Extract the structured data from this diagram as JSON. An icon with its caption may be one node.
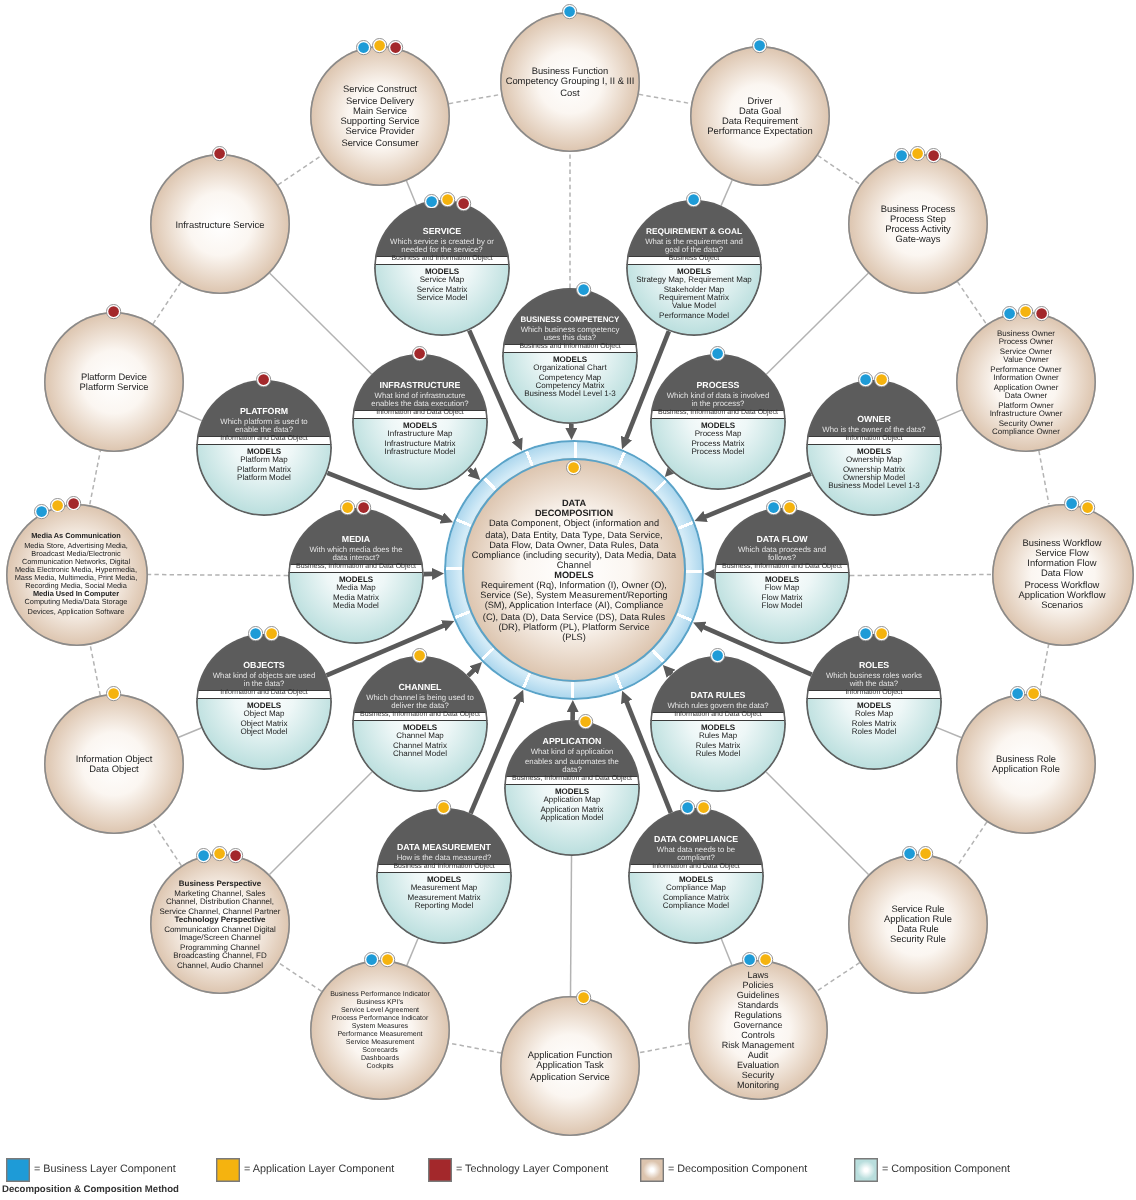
{
  "diagram": {
    "caption": "Decomposition & Composition Method",
    "nodes": [
      {
        "text": [
          "Business Function",
          "Competency Grouping I, II & III",
          "Cost"
        ]
      },
      {
        "text": [
          "Service Construct",
          "Service Delivery",
          "Main Service",
          "Supporting Service",
          "Service Provider",
          "Service Consumer"
        ]
      },
      {
        "text": [
          "Driver",
          "Data Goal",
          "Data Requirement",
          "Performance Expectation"
        ]
      },
      {
        "text": [
          "Infrastructure Service"
        ]
      },
      {
        "text": [
          "Business Process",
          "Process Step",
          "Process Activity",
          "Gate-ways"
        ]
      },
      {
        "text": [
          "SERVICE",
          "Which service is created by or needed for the service?",
          "Business and Information Object",
          "MODELS",
          "Service Map",
          "Service Matrix",
          "Service Model"
        ]
      },
      {
        "text": [
          "REQUIREMENT & GOAL",
          "What is the requirement and goal of the data?",
          "Business Object",
          "MODELS",
          "Strategy Map, Requirement Map",
          "Stakeholder Map",
          "Requirement Matrix",
          "Value Model",
          "Performance Model"
        ]
      },
      {
        "text": [
          "BUSINESS COMPETENCY",
          "Which business competency uses this data?",
          "Business and Information Object",
          "MODELS",
          "Organizational Chart",
          "Competency Map",
          "Competency Matrix",
          "Business Model Level 1-3"
        ]
      },
      {
        "text": [
          "Platform Device",
          "Platform Service"
        ]
      },
      {
        "text": [
          "Business Owner",
          "Process Owner",
          "Service Owner",
          "Value Owner",
          "Performance Owner",
          "Information Owner",
          "Application Owner",
          "Data Owner",
          "Platform Owner",
          "Infrastructure Owner",
          "Security Owner",
          "Compliance Owner"
        ]
      },
      {
        "text": [
          "INFRASTRUCTURE",
          "What kind of infrastructure enables the data execution?",
          "Information and Data Object",
          "MODELS",
          "Infrastructure Map",
          "Infrastructure Matrix",
          "Infrastructure Model"
        ]
      },
      {
        "text": [
          "PROCESS",
          "Which kind of data is involved in the process?",
          "Business, Information and Data Object",
          "MODELS",
          "Process Map",
          "Process Matrix",
          "Process Model"
        ]
      },
      {
        "text": [
          "PLATFORM",
          "Which platform is used to enable the data?",
          "Information and Data Object",
          "MODELS",
          "Platform Map",
          "Platform Matrix",
          "Platform Model"
        ]
      },
      {
        "text": [
          "OWNER",
          "Who is the owner of the data?",
          "Information Object",
          "MODELS",
          "Ownership Map",
          "Ownership Matrix",
          "Ownership Model",
          "Business Model Level 1-3"
        ]
      },
      {
        "text": [
          "DATA DECOMPOSITION",
          "Data Component, Object (information and data), Data Entity, Data Type, Data Service, Data Flow, Data Owner, Data Rules, Data Compliance (including security), Data Media, Data Channel",
          "MODELS",
          "Requirement (Rq), Information (I), Owner (O), Service (Se), System Measurement/Reporting (SM), Application Interface (AI), Compliance (C), Data (D), Data Service (DS), Data Rules (DR), Platform (PL), Platform Service (PLS)"
        ]
      },
      {
        "text": [
          "Media As Communication",
          "Media Store, Advertising Media, Broadcast Media/Electronic Communication Networks, Digital Media Electronic Media, Hypermedia, Mass Media, Multimedia, Print Media, Recording Media, Social Media",
          "Media Used In Computer",
          "Computing Media/Data Storage Devices, Application Software"
        ]
      },
      {
        "text": [
          "MEDIA",
          "With which media does the data interact?",
          "Business, Information and Data Object",
          "MODELS",
          "Media Map",
          "Media Matrix",
          "Media Model"
        ]
      },
      {
        "text": [
          "DATA FLOW",
          "Which data proceeds and follows?",
          "Business, Information and Data Object",
          "MODELS",
          "Flow Map",
          "Flow Matrix",
          "Flow Model"
        ]
      },
      {
        "text": [
          "Business Workflow",
          "Service Flow",
          "Information Flow",
          "Data Flow",
          "Process Workflow",
          "Application Workflow",
          "Scenarios"
        ]
      },
      {
        "text": [
          "OBJECTS",
          "What kind of objects are used in the data?",
          "Information and Data Object",
          "MODELS",
          "Object Map",
          "Object Matrix",
          "Object Model"
        ]
      },
      {
        "text": [
          "ROLES",
          "Which business roles works with the data?",
          "Information Object",
          "MODELS",
          "Roles Map",
          "Roles Matrix",
          "Roles Model"
        ]
      },
      {
        "text": [
          "CHANNEL",
          "Which channel is being used to deliver the data?",
          "Business, Information and Data Object",
          "MODELS",
          "Channel Map",
          "Channel Matrix",
          "Channel Model"
        ]
      },
      {
        "text": [
          "DATA RULES",
          "Which rules govern the data?",
          "Information and Data Object",
          "MODELS",
          "Rules Map",
          "Rules Matrix",
          "Rules Model"
        ]
      },
      {
        "text": [
          "Information Object",
          "Data Object"
        ]
      },
      {
        "text": [
          "Business Role",
          "Application Role"
        ]
      },
      {
        "text": [
          "APPLICATION",
          "What kind of application enables and automates the data?",
          "Business, Information and Data Object",
          "MODELS",
          "Application Map",
          "Application Matrix",
          "Application Model"
        ]
      },
      {
        "text": [
          "DATA MEASUREMENT",
          "How is the data measured?",
          "Business and Information Object",
          "MODELS",
          "Measurement Map",
          "Measurement Matrix",
          "Reporting Model"
        ]
      },
      {
        "text": [
          "DATA COMPLIANCE",
          "What data needs to be compliant?",
          "Information and Data Object",
          "MODELS",
          "Compliance Map",
          "Compliance Matrix",
          "Compliance Model"
        ]
      },
      {
        "text": [
          "Business Perspective",
          "Marketing Channel, Sales Channel, Distribution Channel, Service Channel, Channel Partner",
          "Technology Perspective",
          "Communication Channel Digital Image/Screen Channel Programming Channel Broadcasting Channel, FD Channel, Audio Channel"
        ]
      },
      {
        "text": [
          "Service Rule",
          "Application Rule",
          "Data Rule",
          "Security Rule"
        ]
      },
      {
        "text": [
          "Business Performance Indicator",
          "Business KPI's",
          "Service Level Agreement",
          "Process Performance Indicator",
          "System Measures",
          "Performance Measurement",
          "Service Measurement",
          "Scorecards",
          "Dashboards",
          "Cockpits"
        ]
      },
      {
        "text": [
          "Laws",
          "Policies",
          "Guidelines",
          "Standards",
          "Regulations",
          "Governance",
          "Controls",
          "Risk Management",
          "Audit",
          "Evaluation",
          "Security",
          "Monitoring"
        ]
      },
      {
        "text": [
          "Application Function",
          "Application Task",
          "Application Service"
        ]
      }
    ],
    "edges": [
      {
        "from": 5,
        "to": 14,
        "arrow": "to",
        "style": "thick",
        "color": "#5a5a5a"
      },
      {
        "from": 6,
        "to": 14,
        "arrow": "to",
        "style": "thick",
        "color": "#5a5a5a"
      },
      {
        "from": 7,
        "to": 14,
        "arrow": "to",
        "style": "thick",
        "color": "#5a5a5a"
      },
      {
        "from": 10,
        "to": 14,
        "arrow": "to",
        "style": "thick",
        "color": "#5a5a5a"
      },
      {
        "from": 11,
        "to": 14,
        "arrow": "to",
        "style": "thick",
        "color": "#5a5a5a"
      },
      {
        "from": 12,
        "to": 14,
        "arrow": "to",
        "style": "thick",
        "color": "#5a5a5a"
      },
      {
        "from": 13,
        "to": 14,
        "arrow": "to",
        "style": "thick",
        "color": "#5a5a5a"
      },
      {
        "from": 16,
        "to": 14,
        "arrow": "to",
        "style": "thick",
        "color": "#5a5a5a"
      },
      {
        "from": 17,
        "to": 14,
        "arrow": "to",
        "style": "thick",
        "color": "#5a5a5a"
      },
      {
        "from": 19,
        "to": 14,
        "arrow": "to",
        "style": "thick",
        "color": "#5a5a5a"
      },
      {
        "from": 20,
        "to": 14,
        "arrow": "to",
        "style": "thick",
        "color": "#5a5a5a"
      },
      {
        "from": 21,
        "to": 14,
        "arrow": "to",
        "style": "thick",
        "color": "#5a5a5a"
      },
      {
        "from": 22,
        "to": 14,
        "arrow": "to",
        "style": "thick",
        "color": "#5a5a5a"
      },
      {
        "from": 25,
        "to": 14,
        "arrow": "to",
        "style": "thick",
        "color": "#5a5a5a"
      },
      {
        "from": 26,
        "to": 14,
        "arrow": "to",
        "style": "thick",
        "color": "#5a5a5a"
      },
      {
        "from": 27,
        "to": 14,
        "arrow": "to",
        "style": "thick",
        "color": "#5a5a5a"
      },
      {
        "from": 5,
        "to": 1,
        "arrow": "none"
      },
      {
        "from": 6,
        "to": 2,
        "arrow": "none"
      },
      {
        "from": 10,
        "to": 3,
        "arrow": "none"
      },
      {
        "from": 11,
        "to": 4,
        "arrow": "none"
      },
      {
        "from": 12,
        "to": 8,
        "arrow": "none"
      },
      {
        "from": 13,
        "to": 9,
        "arrow": "none"
      },
      {
        "from": 19,
        "to": 23,
        "arrow": "none"
      },
      {
        "from": 20,
        "to": 24,
        "arrow": "none"
      },
      {
        "from": 21,
        "to": 28,
        "arrow": "none"
      },
      {
        "from": 22,
        "to": 29,
        "arrow": "none"
      },
      {
        "from": 26,
        "to": 30,
        "arrow": "none"
      },
      {
        "from": 27,
        "to": 31,
        "arrow": "none"
      },
      {
        "from": 25,
        "to": 32,
        "arrow": "none"
      },
      {
        "from": 7,
        "to": 0,
        "arrow": "none",
        "style": "dashed"
      },
      {
        "from": 16,
        "to": 15,
        "arrow": "none",
        "style": "dashed"
      },
      {
        "from": 17,
        "to": 18,
        "arrow": "none",
        "style": "dashed"
      },
      {
        "from": 0,
        "to": 2,
        "arrow": "none",
        "style": "dashed"
      },
      {
        "from": 2,
        "to": 4,
        "arrow": "none",
        "style": "dashed"
      },
      {
        "from": 4,
        "to": 9,
        "arrow": "none",
        "style": "dashed"
      },
      {
        "from": 9,
        "to": 18,
        "arrow": "none",
        "style": "dashed"
      },
      {
        "from": 18,
        "to": 24,
        "arrow": "none",
        "style": "dashed"
      },
      {
        "from": 24,
        "to": 29,
        "arrow": "none",
        "style": "dashed"
      },
      {
        "from": 29,
        "to": 31,
        "arrow": "none",
        "style": "dashed"
      },
      {
        "from": 31,
        "to": 32,
        "arrow": "none",
        "style": "dashed"
      },
      {
        "from": 32,
        "to": 30,
        "arrow": "none",
        "style": "dashed"
      },
      {
        "from": 30,
        "to": 28,
        "arrow": "none",
        "style": "dashed"
      },
      {
        "from": 28,
        "to": 23,
        "arrow": "none",
        "style": "dashed"
      },
      {
        "from": 23,
        "to": 15,
        "arrow": "none",
        "style": "dashed"
      },
      {
        "from": 15,
        "to": 8,
        "arrow": "none",
        "style": "dashed"
      },
      {
        "from": 8,
        "to": 3,
        "arrow": "none",
        "style": "dashed"
      },
      {
        "from": 3,
        "to": 1,
        "arrow": "none",
        "style": "dashed"
      },
      {
        "from": 1,
        "to": 0,
        "arrow": "none",
        "style": "dashed"
      }
    ],
    "legend": [
      {
        "text": "= Business Layer Component",
        "color": "#1e9bd7"
      },
      {
        "text": "= Application Layer Component",
        "color": "#f5b30f"
      },
      {
        "text": "= Technology Layer Component",
        "color": "#a3282b"
      },
      {
        "text": "= Decomposition Component",
        "color": "#dcc4ae"
      },
      {
        "text": "= Composition Component",
        "color": "#b9dedd"
      }
    ]
  }
}
